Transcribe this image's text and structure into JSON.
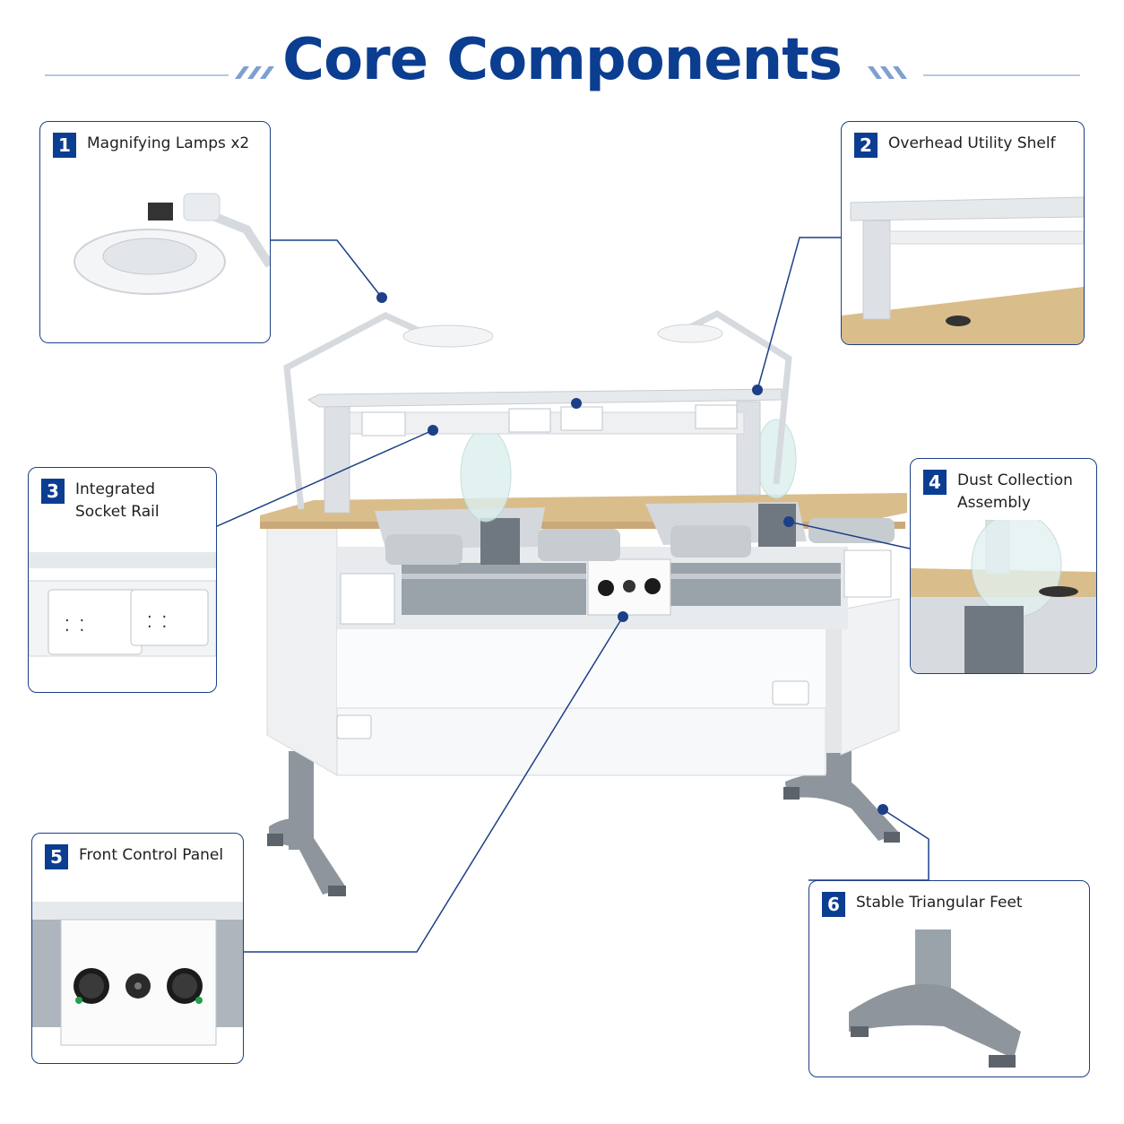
{
  "title": "Core Components",
  "colors": {
    "accent": "#0b3d91",
    "line": "#1d3f87",
    "wood": "#d9bd8b",
    "metal": "#c8ccd1"
  },
  "callouts": [
    {
      "num": "1",
      "label": "Magnifying Lamps x2"
    },
    {
      "num": "2",
      "label": "Overhead Utility Shelf"
    },
    {
      "num": "3",
      "label": "Integrated Socket Rail"
    },
    {
      "num": "4",
      "label": "Dust Collection Assembly"
    },
    {
      "num": "5",
      "label": "Front Control Panel"
    },
    {
      "num": "6",
      "label": "Stable Triangular Feet"
    }
  ]
}
